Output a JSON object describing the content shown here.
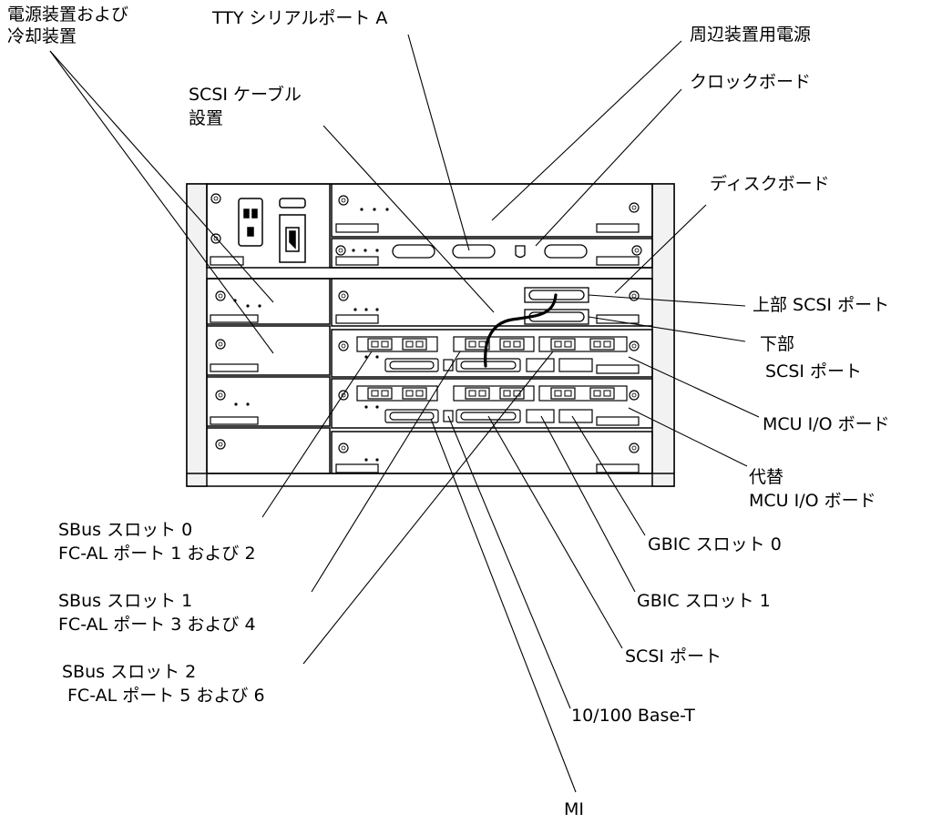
{
  "labels": {
    "power_cooling_1": "電源装置および",
    "power_cooling_2": "冷却装置",
    "tty_port": "TTY シリアルポート A",
    "peripheral_power": "周辺装置用電源",
    "clock_board": "クロックボード",
    "scsi_cable_1": "SCSI ケーブル",
    "scsi_cable_2": "設置",
    "disk_board": "ディスクボード",
    "upper_scsi_port": "上部 SCSI ポート",
    "lower_scsi_1": "下部",
    "lower_scsi_2": "SCSI ポート",
    "mcu_io_board": "MCU I/O ボード",
    "alt_mcu_1": "代替",
    "alt_mcu_2": "MCU I/O ボード",
    "gbic_slot_0": "GBIC スロット 0",
    "gbic_slot_1": "GBIC スロット 1",
    "scsi_port": "SCSI ポート",
    "base_t": "10/100 Base-T",
    "mi": "MI",
    "sbus0_1": "SBus スロット 0",
    "sbus0_2": "FC-AL ポート 1 および 2",
    "sbus1_1": "SBus スロット 1",
    "sbus1_2": "FC-AL ポート 3 および 4",
    "sbus2_1": "SBus スロット 2",
    "sbus2_2": "FC-AL ポート 5 および 6"
  }
}
